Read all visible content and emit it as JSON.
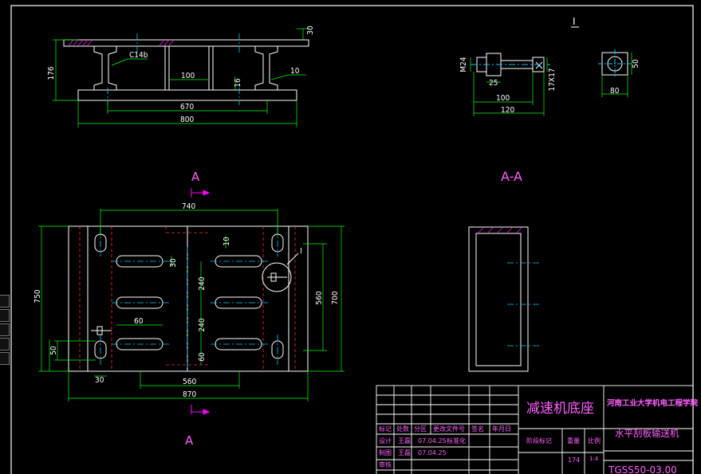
{
  "colors": {
    "background": "#000000",
    "frame": "#ffffff",
    "part": "#ffffff",
    "dimension": "#00ff00",
    "centerline": "#00c8ff",
    "hidden_line": "#ff2a2a",
    "hatch": "#ff00ff",
    "section_label": "#ff00ff",
    "title_text": "#ff00ff"
  },
  "views": {
    "front_dims": {
      "d30": "30",
      "d176": "176",
      "c14b": "C14b",
      "d100": "100",
      "d16": "16",
      "weld10": "10",
      "d670": "670",
      "d800": "800"
    },
    "detail_dims": {
      "label": "I",
      "m24": "M24",
      "d25": "25",
      "d17x17": "17X17",
      "d100": "100",
      "d120": "120",
      "d50": "50",
      "d80": "80"
    },
    "plan_dims": {
      "d740": "740",
      "d10": "10",
      "d30": "30",
      "detail_ref": "I",
      "d240a": "240",
      "d240b": "240",
      "d60a": "60",
      "d60b": "60",
      "d560": "560",
      "d700": "700",
      "d750": "750",
      "d50": "50",
      "d30b": "30",
      "d560h": "560",
      "d870": "870"
    },
    "labels": {
      "section_top": "A",
      "section_bottom": "A",
      "section_view": "A-A"
    }
  },
  "title_block": {
    "part_name": "减速机底座",
    "school": "河南工业大学机电工程学院",
    "machine_name": "水平刮板输送机",
    "drawing_no": "TGSS50-03.00",
    "header": [
      "标记",
      "处数",
      "分区",
      "更改文件号",
      "签名",
      "年月日"
    ],
    "row_design": {
      "label": "设计",
      "name": "王磊",
      "date": "07.04.25",
      "std": "标准化"
    },
    "row_draw": {
      "label": "制图",
      "name": "王磊",
      "date": "07.04.25"
    },
    "row_review": {
      "label": "审核"
    },
    "stage_label": "阶段标记",
    "weight_label": "重量",
    "scale_label": "比例",
    "weight_value": "174",
    "scale_value": "1:4"
  }
}
